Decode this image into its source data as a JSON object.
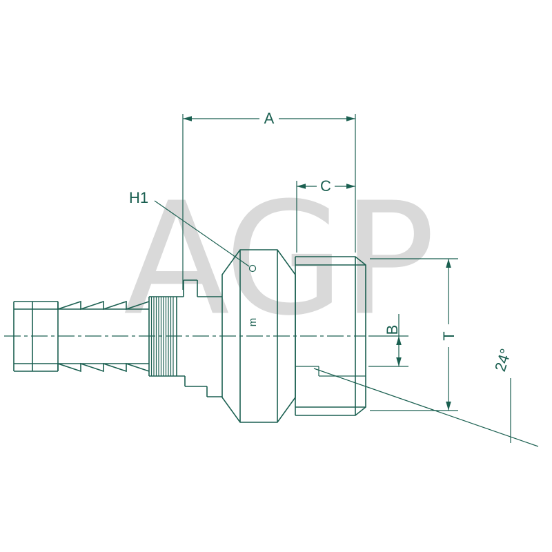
{
  "diagram": {
    "type": "technical-drawing",
    "subject": "hydraulic hose fitting with straight male thread, half-section with dimensions",
    "line_color": "#1a5f50",
    "watermark": {
      "text": "AGP",
      "color": "#d9d9d9"
    },
    "labels": {
      "dim_a": "A",
      "dim_c": "C",
      "h1": "H1",
      "dim_b": "B",
      "dim_t": "T",
      "angle": "24°",
      "thread_mark": "m"
    }
  }
}
